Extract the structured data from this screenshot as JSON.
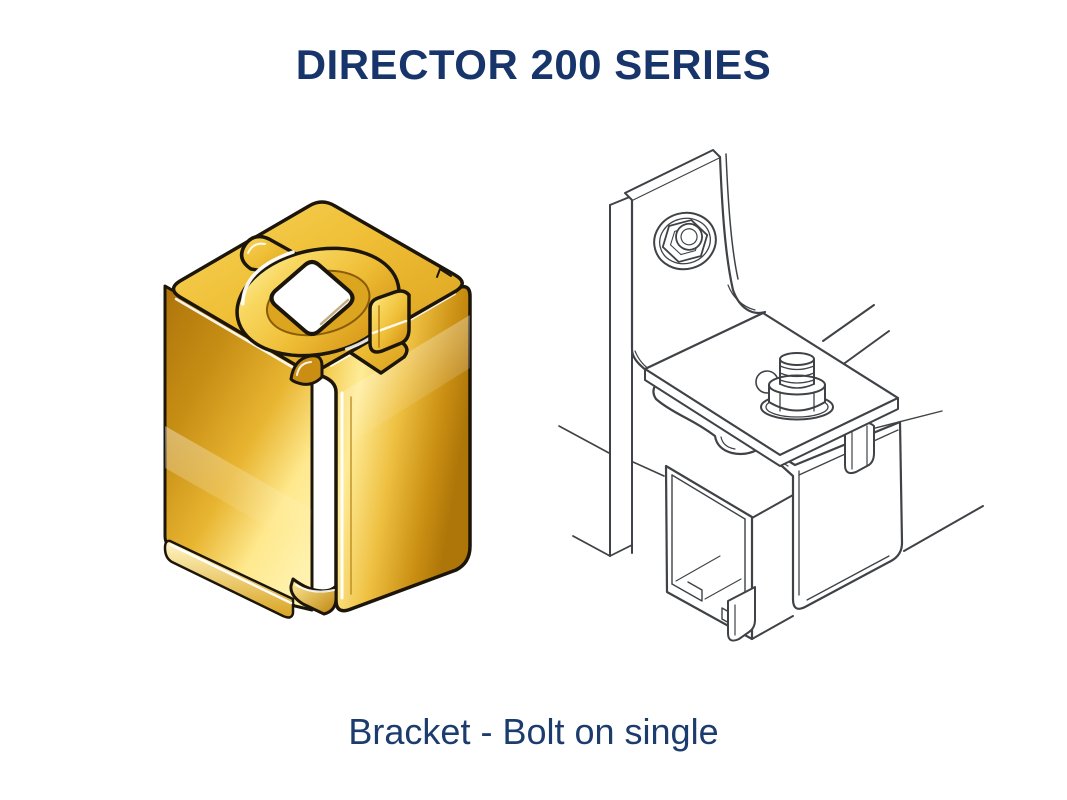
{
  "page": {
    "background_color": "#ffffff"
  },
  "header": {
    "title": "DIRECTOR 200 SERIES",
    "title_color": "#17356B"
  },
  "caption": {
    "text": "Bracket - Bolt on single",
    "color": "#1D3C6E"
  },
  "figures": {
    "left": {
      "name": "gold-saddle-bracket",
      "style": "isometric color illustration of bolt-on single bracket",
      "palette": {
        "gold_highlight": "#FFF2AE",
        "gold_light": "#FFEC98",
        "gold_mid": "#EFBE35",
        "gold_deep": "#C78E15",
        "gold_shadow": "#AE7309",
        "outline": "#1C1509"
      }
    },
    "right": {
      "name": "bracket-installed-line-drawing",
      "style": "isometric line drawing of bracket bolted to post holding box track",
      "stroke_color": "#3F4246"
    }
  }
}
